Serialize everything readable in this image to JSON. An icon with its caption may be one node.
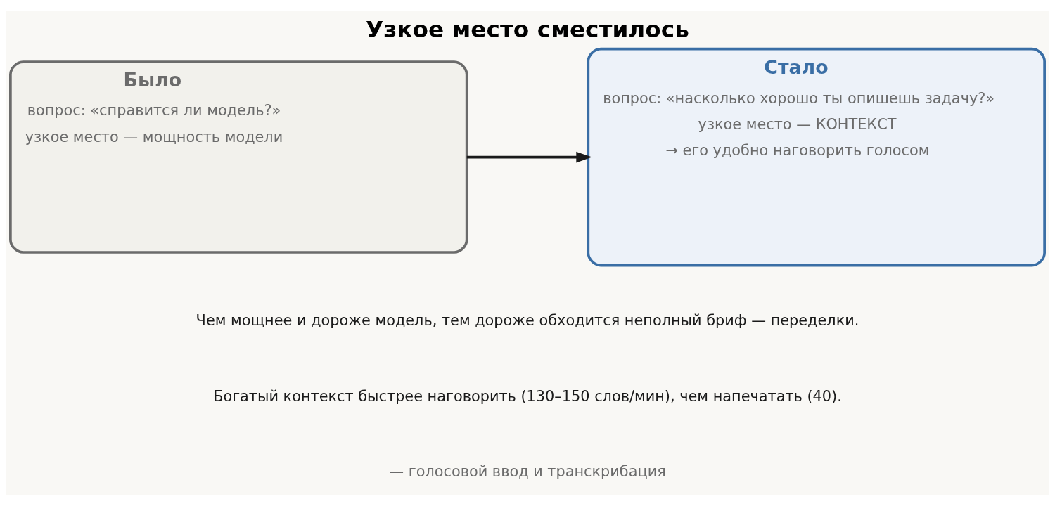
{
  "diagram": {
    "title": "Узкое место сместилось",
    "nodes": [
      {
        "text": [
          "Было",
          "вопрос: «справится ли модель?»",
          "узкое место — мощность модели"
        ]
      },
      {
        "text": [
          "Стало",
          "вопрос: «насколько хорошо ты опишешь задачу?»",
          "узкое место — КОНТЕКСТ",
          "→ его удобно наговорить голосом"
        ]
      }
    ],
    "edges": [
      {
        "from": 0,
        "to": 1,
        "arrow": "to"
      }
    ],
    "labels": [
      "Чем мощнее и дороже модель, тем дороже обходится неполный бриф — переделки.",
      "Богатый контекст быстрее наговорить (130–150 слов/мин), чем напечатать (40).",
      "— голосовой ввод и транскрибация"
    ]
  }
}
